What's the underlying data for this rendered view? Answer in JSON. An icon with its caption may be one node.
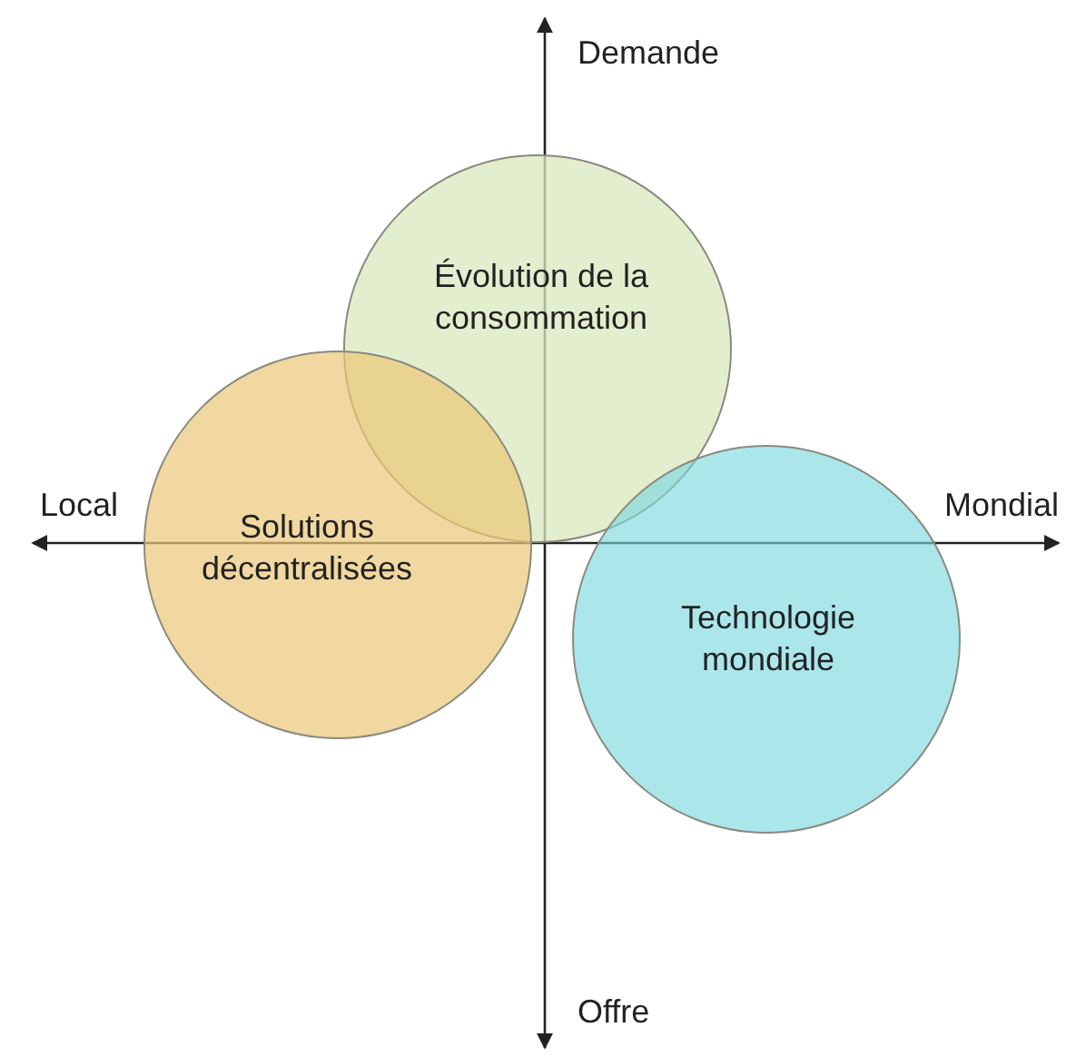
{
  "diagram": {
    "nodes": [
      {
        "text": [
          "Évolution de la consommation"
        ]
      },
      {
        "text": [
          "Solutions décentralisées"
        ]
      },
      {
        "text": [
          "Technologie mondiale"
        ]
      }
    ],
    "labels": [
      "Demande",
      "Local",
      "Mondial",
      "Offre"
    ]
  }
}
